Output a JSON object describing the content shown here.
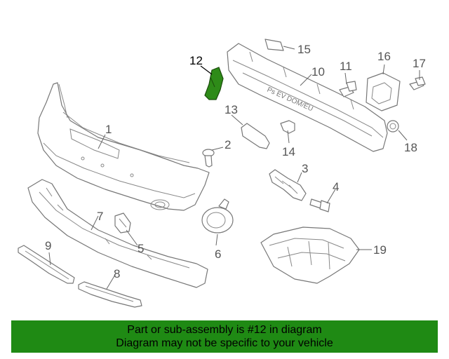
{
  "diagram": {
    "highlight_color": "#2e8b18",
    "callouts": [
      {
        "id": "c1",
        "label": "1"
      },
      {
        "id": "c2",
        "label": "2"
      },
      {
        "id": "c3",
        "label": "3"
      },
      {
        "id": "c4",
        "label": "4"
      },
      {
        "id": "c5",
        "label": "5"
      },
      {
        "id": "c6",
        "label": "6"
      },
      {
        "id": "c7",
        "label": "7"
      },
      {
        "id": "c8",
        "label": "8"
      },
      {
        "id": "c9",
        "label": "9"
      },
      {
        "id": "c10",
        "label": "10"
      },
      {
        "id": "c11",
        "label": "11"
      },
      {
        "id": "c12",
        "label": "12"
      },
      {
        "id": "c13",
        "label": "13"
      },
      {
        "id": "c14",
        "label": "14"
      },
      {
        "id": "c15",
        "label": "15"
      },
      {
        "id": "c16",
        "label": "16"
      },
      {
        "id": "c17",
        "label": "17"
      },
      {
        "id": "c18",
        "label": "18"
      },
      {
        "id": "c19",
        "label": "19"
      }
    ],
    "part_markings": "Ps EV DOM/EU"
  },
  "banner": {
    "background": "#1f8a14",
    "line1": "Part or sub-assembly is #12 in diagram",
    "line2": "Diagram may not be specific to your vehicle"
  }
}
